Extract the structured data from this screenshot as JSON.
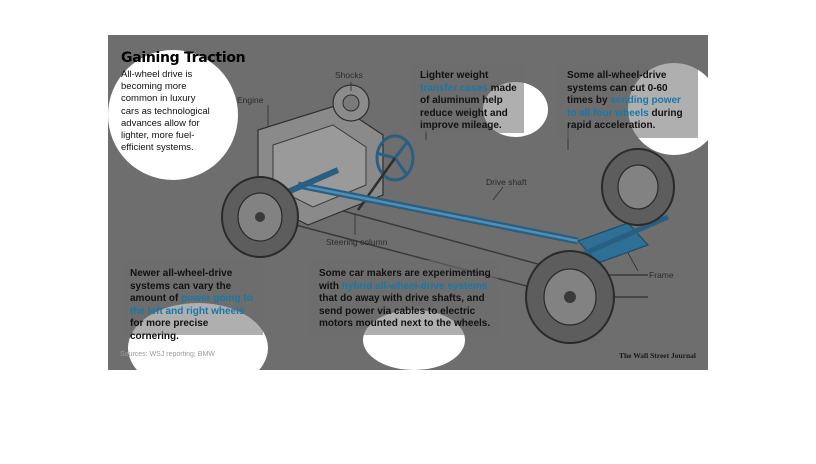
{
  "title": "Gaining Traction",
  "intro": "All-wheel drive is becoming more common in luxury cars as technological advances allow for lighter, more fuel-efficient systems.",
  "labels": {
    "engine": "Engine",
    "shocks": "Shocks",
    "drive_shaft": "Drive shaft",
    "steering_column": "Steering column",
    "frame": "Frame"
  },
  "callouts": {
    "transfer": {
      "before": "Lighter weight",
      "highlight": "transfer cases",
      "after": "made of aluminum help reduce weight and improve mileage."
    },
    "accel": {
      "before": "Some all-wheel-drive systems can cut 0-60 times by",
      "highlight": "sending power to all four wheels",
      "after": "during rapid acceleration."
    },
    "cornering": {
      "before": "Newer all-wheel-drive systems can vary the amount of",
      "highlight": "power going to the left and right wheels",
      "after": "for more precise cornering."
    },
    "hybrid": {
      "before": "Some car makers are experimenting with",
      "highlight": "hybrid all-wheel-drive systems",
      "after": "that do away with drive shafts, and send power via cables to electric motors mounted next to the wheels."
    }
  },
  "sources": "Sources: WSJ reporting; BMW",
  "credit": "The Wall Street Journal",
  "colors": {
    "background": "#6e6e6e",
    "highlight": "#1679a8",
    "drivetrain": "#2e6f96"
  }
}
